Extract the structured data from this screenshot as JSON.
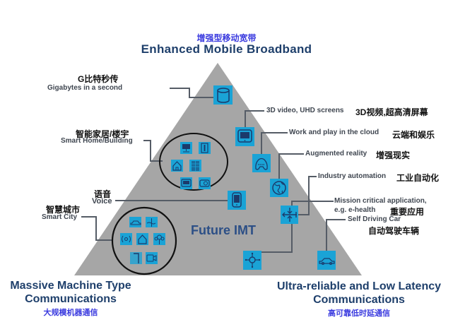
{
  "header": {
    "title_cn": "增强型移动宽带",
    "title_en": "Enhanced Mobile Broadband"
  },
  "center": {
    "title": "Future IMT"
  },
  "corners": {
    "left": {
      "title_en_line1": "Massive Machine Type",
      "title_en_line2": "Communications",
      "title_cn": "大规模机器通信"
    },
    "right": {
      "title_en_line1": "Ultra-reliable  and Low Latency",
      "title_en_line2": "Communications",
      "title_cn": "高可靠低时延通信"
    }
  },
  "labels": {
    "gigabytes": {
      "cn": "G比特秒传",
      "en": "Gigabytes in a second",
      "icon": "database-icon"
    },
    "smart_home": {
      "cn": "智能家居/楼宇",
      "en": "Smart Home/Building"
    },
    "voice": {
      "cn": "语音",
      "en": "Voice",
      "icon": "tablet-icon"
    },
    "smart_city": {
      "cn": "智慧城市",
      "en": "Smart City"
    },
    "video": {
      "en": "3D video, UHD screens",
      "cn": "3D视频,超高清屏幕",
      "icon": "monitor-icon"
    },
    "cloud": {
      "en": "Work and play in the cloud",
      "cn": "云端和娱乐",
      "icon": "gamepad-icon"
    },
    "ar": {
      "en": "Augmented reality",
      "cn": "增强现实",
      "icon": "globe-icon"
    },
    "industry": {
      "en": "Industry automation",
      "cn": "工业自动化",
      "icon": "crosshair-icon"
    },
    "mission": {
      "en_line1": "Mission  critical  application,",
      "en_line2": "e.g. e-health",
      "cn": "重要应用",
      "icon": "arrows-converge-icon"
    },
    "driving": {
      "en": "Self Driving Car",
      "cn": "自动驾驶车辆",
      "icon": "car-icon"
    }
  },
  "smart_home_icons": [
    "desktop-icon",
    "door-icon",
    "house-icon",
    "building-icon",
    "tv-icon",
    "camera-icon"
  ],
  "smart_city_icons": [
    "car-icon",
    "wind-turbine-icon",
    "signal-icon",
    "house-icon",
    "tree-icon",
    "streetlight-icon",
    "video-camera-icon"
  ],
  "colors": {
    "triangle": "#a6a6a6",
    "icon_bg": "#1aa3d6",
    "icon_fg": "#1b3a6b",
    "connector": "#555c66",
    "title_blue": "#1e3f6b",
    "cn_blue": "#3a3adf"
  }
}
